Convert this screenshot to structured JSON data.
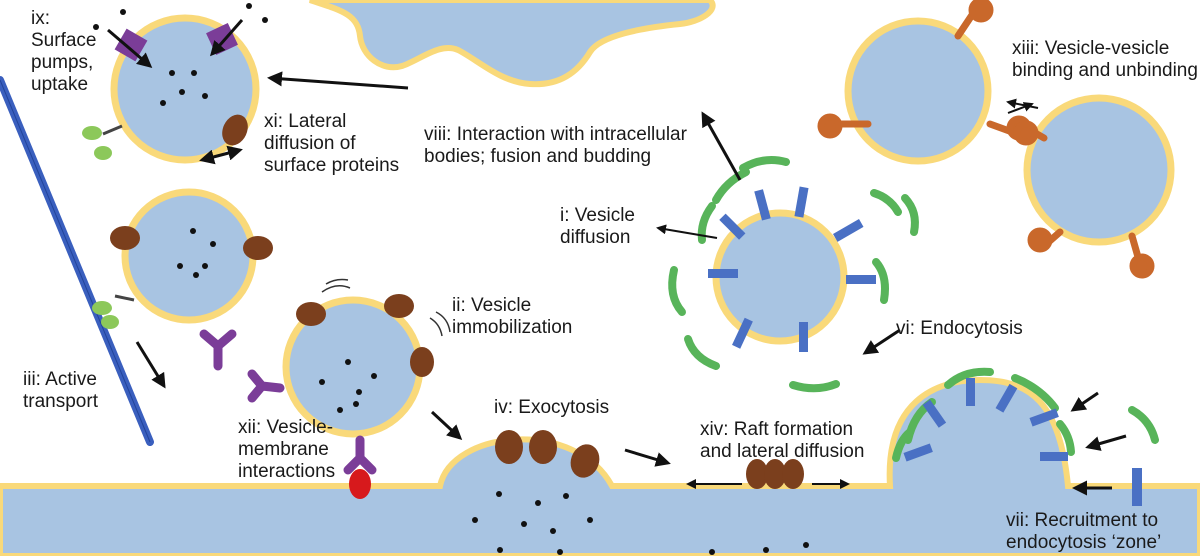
{
  "colors": {
    "lumen": "#a8c4e2",
    "membrane": "#f9d97a",
    "surface_protein": "#7b3f1d",
    "pump": "#7b3d98",
    "receptor": "#7b3d98",
    "ligand": "#d7191c",
    "clathrin_coat": "#58b45a",
    "adaptor": "#4a70c4",
    "tether": "#c9682b",
    "microtubule": "#3a5fbe",
    "motor": "#8cc85a",
    "cargo_dots": "#111111",
    "arrow": "#111111"
  },
  "labels": {
    "ix": "ix:\nSurface\npumps,\nuptake",
    "xi": "xi: Lateral\ndiffusion of\nsurface proteins",
    "viii": "viii: Interaction with intracellular\nbodies; fusion and budding",
    "xiii": "xiii: Vesicle-vesicle\nbinding and unbinding",
    "i": "i: Vesicle\ndiffusion",
    "ii": "ii: Vesicle\nimmobilization",
    "iii": "iii: Active\ntransport",
    "xii": "xii: Vesicle-\nmembrane\ninteractions",
    "iv": "iv: Exocytosis",
    "xiv": "xiv: Raft formation\nand lateral diffusion",
    "vi": "vi: Endocytosis",
    "vii": "vii: Recruitment to\nendocytosis ‘zone’"
  },
  "icons": [
    "surface-pump-icon",
    "surface-protein-icon",
    "clathrin-coat-icon",
    "adaptor-protein-icon",
    "tether-protein-icon",
    "microtubule-icon",
    "motor-protein-icon",
    "receptor-icon",
    "ligand-icon"
  ]
}
